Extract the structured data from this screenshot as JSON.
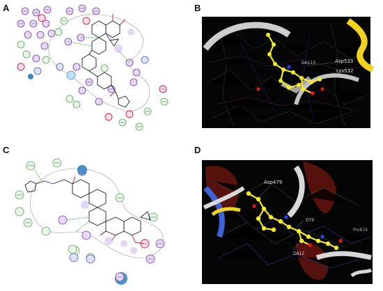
{
  "panels": {
    "a": {
      "label": "A"
    },
    "b": {
      "label": "B",
      "residues": [
        "DA113",
        "Asp533",
        "Lys532"
      ]
    },
    "c": {
      "label": "C"
    },
    "d": {
      "label": "D",
      "residues": [
        "Asp479",
        "DT9",
        "DA12",
        "Pro874"
      ]
    }
  },
  "colors": {
    "h_bond": "#2fb52f",
    "hydrophobic_residue": "#b9f0b9",
    "polar_residue": "#e9d2f5",
    "acidic_residue_ring": "#d1194f",
    "basic_residue_ring": "#5b2ea6",
    "ligand_ball_stick": "#f2ea2a",
    "ribbon": "#d8d8d8",
    "helix": "#f0d21f"
  },
  "icons": [
    "residue-disc",
    "ligand-2d-structure",
    "protein-dna-3d-render"
  ]
}
